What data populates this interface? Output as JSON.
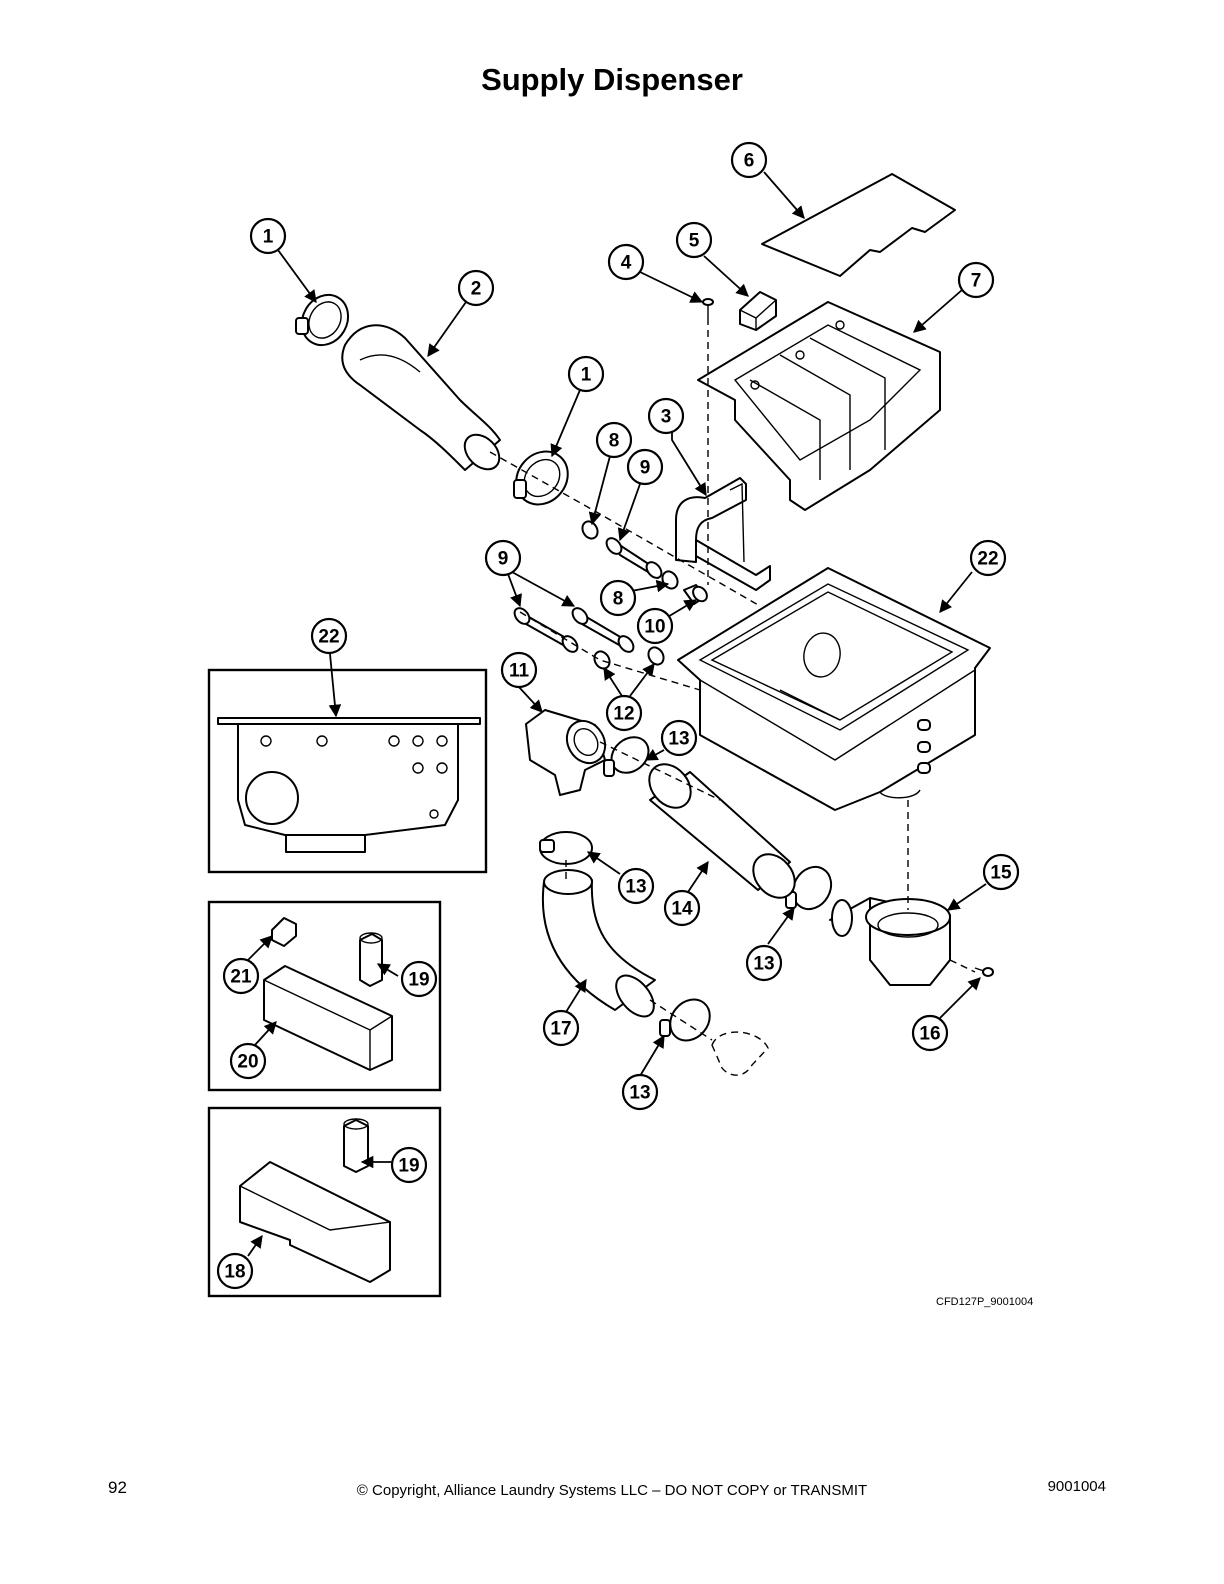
{
  "title": "Supply Dispenser",
  "figure_id": "CFD127P_9001004",
  "footer": {
    "page_number": "92",
    "copyright": "© Copyright, Alliance Laundry Systems LLC – DO NOT COPY or TRANSMIT",
    "document_number": "9001004"
  },
  "callouts": [
    "1",
    "2",
    "1",
    "3",
    "4",
    "5",
    "6",
    "7",
    "8",
    "9",
    "8",
    "9",
    "10",
    "11",
    "12",
    "13",
    "13",
    "14",
    "13",
    "15",
    "16",
    "17",
    "13",
    "22",
    "22",
    "21",
    "19",
    "20",
    "19",
    "18"
  ]
}
